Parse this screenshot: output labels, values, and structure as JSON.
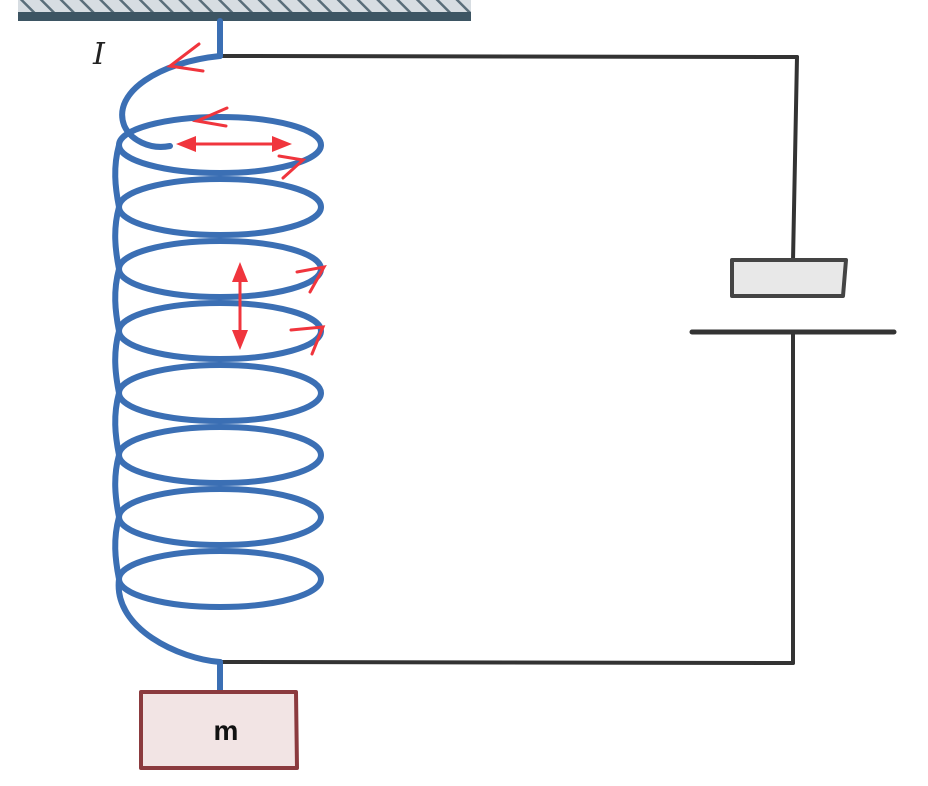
{
  "labels": {
    "current": "I",
    "mass": "m"
  },
  "colors": {
    "spring": "#3b6fb4",
    "wire": "#333333",
    "arrow": "#f0353d",
    "mass_fill": "#f2e4e4",
    "mass_stroke": "#8b3a3e",
    "battery_fill": "#e8e8e8",
    "ceiling": "#3d5563"
  },
  "spring": {
    "turns": 8
  }
}
